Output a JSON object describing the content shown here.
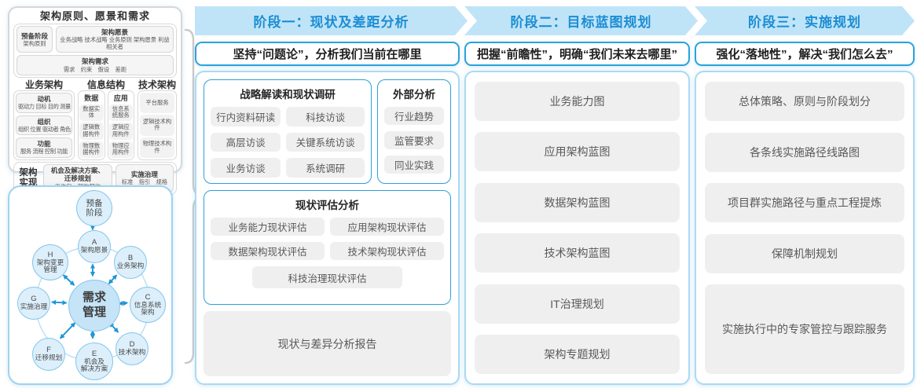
{
  "left_top": {
    "title": "架构原则、愿景和需求",
    "prep_t": "预备阶段",
    "prep_d": "架构原则",
    "vision_title": "架构愿景",
    "vision_items": "业务战略 技术战略 业务原则 架构愿景 利益相关者",
    "req_title": "架构需求",
    "req_items": "需求　约束　假设　差距",
    "business": {
      "title": "业务架构",
      "blocks": [
        {
          "t": "动机",
          "d": "驱动力 目标 目的 测量"
        },
        {
          "t": "组织",
          "d": "组织 位置 驱动者 角色"
        },
        {
          "t": "功能",
          "d": "服务 流程 控制 功能"
        }
      ]
    },
    "info": {
      "title": "信息结构",
      "data_title": "数据",
      "data_items": [
        "数据实体",
        "逻辑数据构件",
        "物理数据构件"
      ],
      "app_title": "应用",
      "app_items": [
        "信息系统服务",
        "逻辑应用构件",
        "物理应用构件"
      ]
    },
    "tech": {
      "title": "技术架构",
      "items": [
        "平台服务",
        "逻辑技术构件",
        "物理技术构件"
      ]
    },
    "realize": {
      "label": "架构\n实现",
      "opp_t": "机会及解决方案、\n迁移规划",
      "opp_d": "工作包　架构契约",
      "gov_t": "实施治理",
      "gov_d": "标准　指引　规格"
    }
  },
  "adm": {
    "prep": "预备\n阶段",
    "center": "需求\n管理",
    "nodes": [
      {
        "id": "A",
        "label": "架构愿景"
      },
      {
        "id": "B",
        "label": "业务架构"
      },
      {
        "id": "C",
        "label": "信息系统\n架构"
      },
      {
        "id": "D",
        "label": "技术架构"
      },
      {
        "id": "E",
        "label": "机会及\n解决方案"
      },
      {
        "id": "F",
        "label": "迁移规划"
      },
      {
        "id": "G",
        "label": "实施治理"
      },
      {
        "id": "H",
        "label": "架构变更\n管理"
      }
    ]
  },
  "phases": [
    {
      "header": "阶段一：现状及差距分析",
      "subtitle": "坚持“问题论”，分析我们当前在哪里",
      "research": {
        "title": "战略解读和现状调研",
        "items": [
          "行内资料研读",
          "科技访谈",
          "高层访谈",
          "关键系统访谈",
          "业务访谈",
          "系统调研"
        ]
      },
      "external": {
        "title": "外部分析",
        "items": [
          "行业趋势",
          "监管要求",
          "同业实践"
        ]
      },
      "assessment": {
        "title": "现状评估分析",
        "items": [
          "业务能力现状评估",
          "应用架构现状评估",
          "数据架构现状评估",
          "技术架构现状评估",
          "科技治理现状评估"
        ]
      },
      "report": "现状与差异分析报告"
    },
    {
      "header": "阶段二：目标蓝图规划",
      "subtitle": "把握“前瞻性”，明确“我们未来去哪里”",
      "items": [
        "业务能力图",
        "应用架构蓝图",
        "数据架构蓝图",
        "技术架构蓝图",
        "IT治理规划",
        "架构专题规划"
      ]
    },
    {
      "header": "阶段三：实施规划",
      "subtitle": "强化“落地性”，解决“我们怎么去”",
      "items": [
        "总体策略、原则与阶段划分",
        "各条线实施路径线路图",
        "项目群实施路径与重点工程提炼",
        "保障机制规划",
        "实施执行中的专家管控与跟踪服务"
      ]
    }
  ]
}
